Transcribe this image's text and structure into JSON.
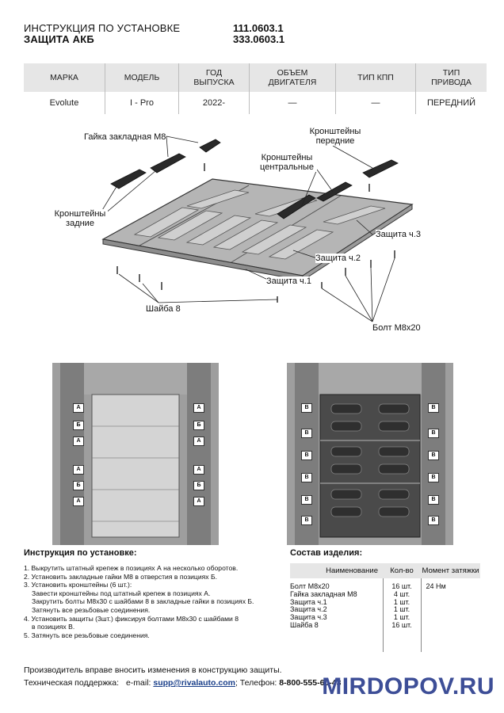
{
  "header": {
    "title_line1": "ИНСТРУКЦИЯ ПО УСТАНОВКЕ",
    "title_line2": "ЗАЩИТА АКБ",
    "code1": "111.0603.1",
    "code2": "333.0603.1"
  },
  "spec_table": {
    "headers": [
      "МАРКА",
      "МОДЕЛЬ",
      "ГОД ВЫПУСКА",
      "ОБЪЕМ ДВИГАТЕЛЯ",
      "ТИП КПП",
      "ТИП ПРИВОДА"
    ],
    "row": [
      "Evolute",
      "I - Pro",
      "2022-",
      "—",
      "—",
      "ПЕРЕДНИЙ"
    ]
  },
  "diagram_labels": {
    "nut": "Гайка закладная М8",
    "front_brackets": "Кронштейны передние",
    "center_brackets": "Кронштейны центральные",
    "rear_brackets": "Кронштейны задние",
    "part3": "Защита ч.3",
    "part2": "Защита ч.2",
    "part1": "Защита ч.1",
    "washer": "Шайба 8",
    "bolt": "Болт М8х20"
  },
  "position_markers": {
    "a": "А",
    "b": "Б",
    "v": "В"
  },
  "instructions": {
    "title": "Инструкция по установке:",
    "steps": [
      "1. Выкрутить штатный крепеж в позициях А на несколько оборотов.",
      "2. Установить закладные гайки М8 в отверстия в позициях Б.",
      "3. Установить кронштейны (6 шт.):",
      "Завести кронштейны под штатный крепеж в позициях А.",
      "Закрутить болты М8х30 с шайбами 8 в закладные гайки в позициях Б.",
      "Затянуть все резьбовые соединения.",
      "4. Установить защиты (3шт.) фиксируя болтами М8х30 с шайбами 8",
      "в позициях В.",
      "5. Затянуть все резьбовые соединения."
    ]
  },
  "composition": {
    "title": "Состав изделия:",
    "headers": [
      "Наименование",
      "Кол-во",
      "Момент затяжки"
    ],
    "rows": [
      {
        "name": "Болт М8х20",
        "qty": "16 шт.",
        "torque": "24 Нм"
      },
      {
        "name": "Гайка закладная М8",
        "qty": "4 шт.",
        "torque": ""
      },
      {
        "name": "Защита ч.1",
        "qty": "1 шт.",
        "torque": ""
      },
      {
        "name": "Защита ч.2",
        "qty": "1 шт.",
        "torque": ""
      },
      {
        "name": "Защита ч.3",
        "qty": "1 шт.",
        "torque": ""
      },
      {
        "name": "Шайба 8",
        "qty": "16 шт.",
        "torque": ""
      }
    ]
  },
  "footer": {
    "line1": "Производитель вправе вносить изменения в конструкцию защиты.",
    "support_label": "Техническая поддержка:",
    "email_label": "e-mail:",
    "email": "supp@rivalauto.com",
    "phone_label": "; Телефон:",
    "phone": "8-800-555-60-43"
  },
  "watermark": "MIRDOPOV.RU",
  "colors": {
    "header_gray": "#e6e6e6",
    "plate_gray": "#b5b5b5",
    "watermark_blue": "#3d4e97",
    "link_blue": "#1a3f8a"
  }
}
